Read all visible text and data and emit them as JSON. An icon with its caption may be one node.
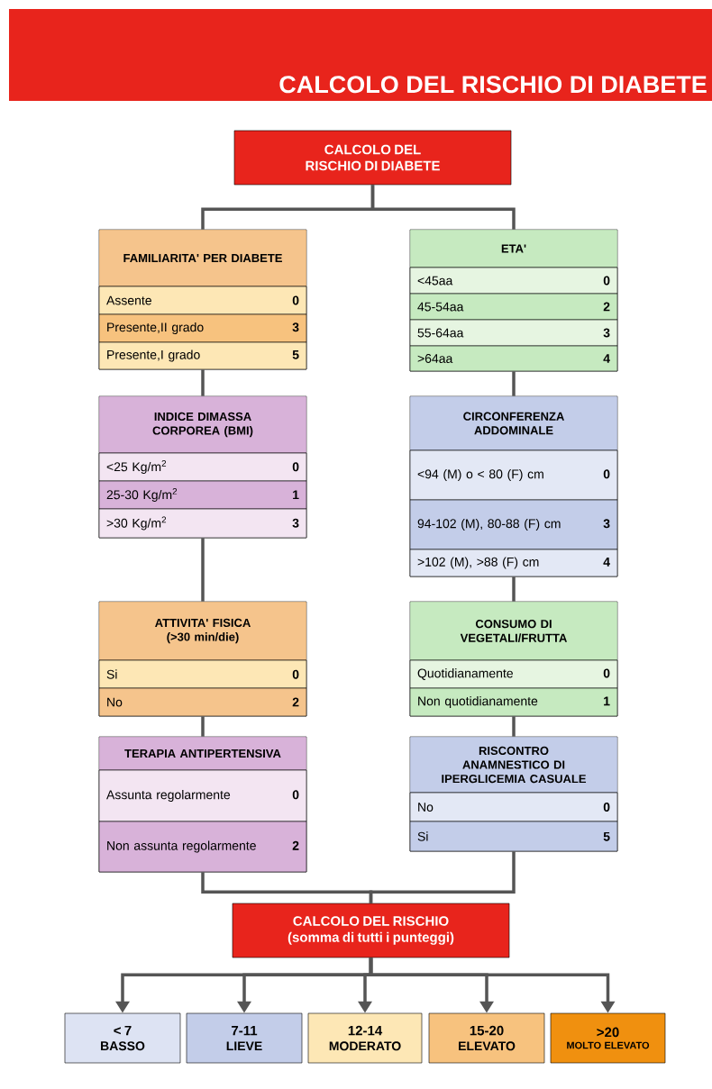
{
  "diagram": {
    "title": "CALCOLO DEL RISCHIO DI DIABETE",
    "nodes": [
      {
        "text": [
          "CALCOLO DEL RISCHIO DI DIABETE"
        ]
      },
      {
        "text": [
          "FAMILIARITA' PER DIABETE"
        ]
      },
      {
        "text": [
          "Assente",
          "0"
        ],
        "in": 1
      },
      {
        "text": [
          "Presente,II grado",
          "3"
        ],
        "in": 1
      },
      {
        "text": [
          "Presente,I grado",
          "5"
        ],
        "in": 1
      },
      {
        "text": [
          "ETA'"
        ]
      },
      {
        "text": [
          "<45aa",
          "0"
        ],
        "in": 5
      },
      {
        "text": [
          "45-54aa",
          "2"
        ],
        "in": 5
      },
      {
        "text": [
          "55-64aa",
          "3"
        ],
        "in": 5
      },
      {
        "text": [
          ">64aa",
          "4"
        ],
        "in": 5
      },
      {
        "text": [
          "INDICE DIMASSA CORPOREA (BMI)"
        ]
      },
      {
        "text": [
          "<25 Kg/m$^{2}$",
          "0"
        ],
        "in": 10
      },
      {
        "text": [
          "25-30 Kg/m$^{2}$",
          "1"
        ],
        "in": 10
      },
      {
        "text": [
          ">30 Kg/m$^{2}$",
          "3"
        ],
        "in": 10
      },
      {
        "text": [
          "CIRCONFERENZA ADDOMINALE"
        ]
      },
      {
        "text": [
          "<94 (M) o < 80 (F) cm",
          "0"
        ],
        "in": 14
      },
      {
        "text": [
          "94-102 (M), 80-88 (F) cm",
          "3"
        ],
        "in": 14
      },
      {
        "text": [
          ">102 (M), >88 (F) cm",
          "4"
        ],
        "in": 14
      },
      {
        "text": [
          "ATTIVITA' FISICA (>30 min/die)"
        ]
      },
      {
        "text": [
          "Si",
          "0"
        ],
        "in": 18
      },
      {
        "text": [
          "No",
          "2"
        ],
        "in": 18
      },
      {
        "text": [
          "CONSUMO DI VEGETALI/FRUTTA"
        ]
      },
      {
        "text": [
          "Quotidianamente",
          "0"
        ],
        "in": 21
      },
      {
        "text": [
          "Non quotidianamente",
          "1"
        ],
        "in": 21
      },
      {
        "text": [
          "TERAPIA ANTIPERTENSIVA"
        ]
      },
      {
        "text": [
          "Assunta regolarmente",
          "0"
        ],
        "in": 24
      },
      {
        "text": [
          "Non assunta regolarmente",
          "2"
        ],
        "in": 24
      },
      {
        "text": [
          "RISCONTRO ANAMNESTICO DI IPERGLICEMIA CASUALE"
        ]
      },
      {
        "text": [
          "No",
          "0"
        ],
        "in": 27
      },
      {
        "text": [
          "Si",
          "5"
        ],
        "in": 27
      },
      {
        "text": [
          "CALCOLO DEL RISCHIO",
          "(somma di tutti i punteggi)"
        ]
      },
      {
        "text": [
          "< 7",
          "BASSO"
        ]
      },
      {
        "text": [
          "7-11",
          "LIEVE"
        ]
      },
      {
        "text": [
          "12-14",
          "MODERATO"
        ]
      },
      {
        "text": [
          "15-20",
          "ELEVATO"
        ]
      },
      {
        "text": [
          ">20",
          "MOLTO ELEVATO"
        ]
      }
    ],
    "edges": [
      {
        "from": 0,
        "to": 1,
        "arrow": "none"
      },
      {
        "from": 0,
        "to": 5,
        "arrow": "none"
      },
      {
        "from": 1,
        "to": 10,
        "arrow": "none"
      },
      {
        "from": 10,
        "to": 18,
        "arrow": "none"
      },
      {
        "from": 18,
        "to": 24,
        "arrow": "none"
      },
      {
        "from": 5,
        "to": 14,
        "arrow": "none"
      },
      {
        "from": 14,
        "to": 21,
        "arrow": "none"
      },
      {
        "from": 21,
        "to": 27,
        "arrow": "none"
      },
      {
        "from": 24,
        "to": 30,
        "arrow": "none"
      },
      {
        "from": 27,
        "to": 30,
        "arrow": "none"
      },
      {
        "from": 30,
        "to": 31,
        "arrow": "to"
      },
      {
        "from": 30,
        "to": 32,
        "arrow": "to"
      },
      {
        "from": 30,
        "to": 33,
        "arrow": "to"
      },
      {
        "from": 30,
        "to": 34,
        "arrow": "to"
      },
      {
        "from": 30,
        "to": 35,
        "arrow": "to"
      }
    ]
  }
}
